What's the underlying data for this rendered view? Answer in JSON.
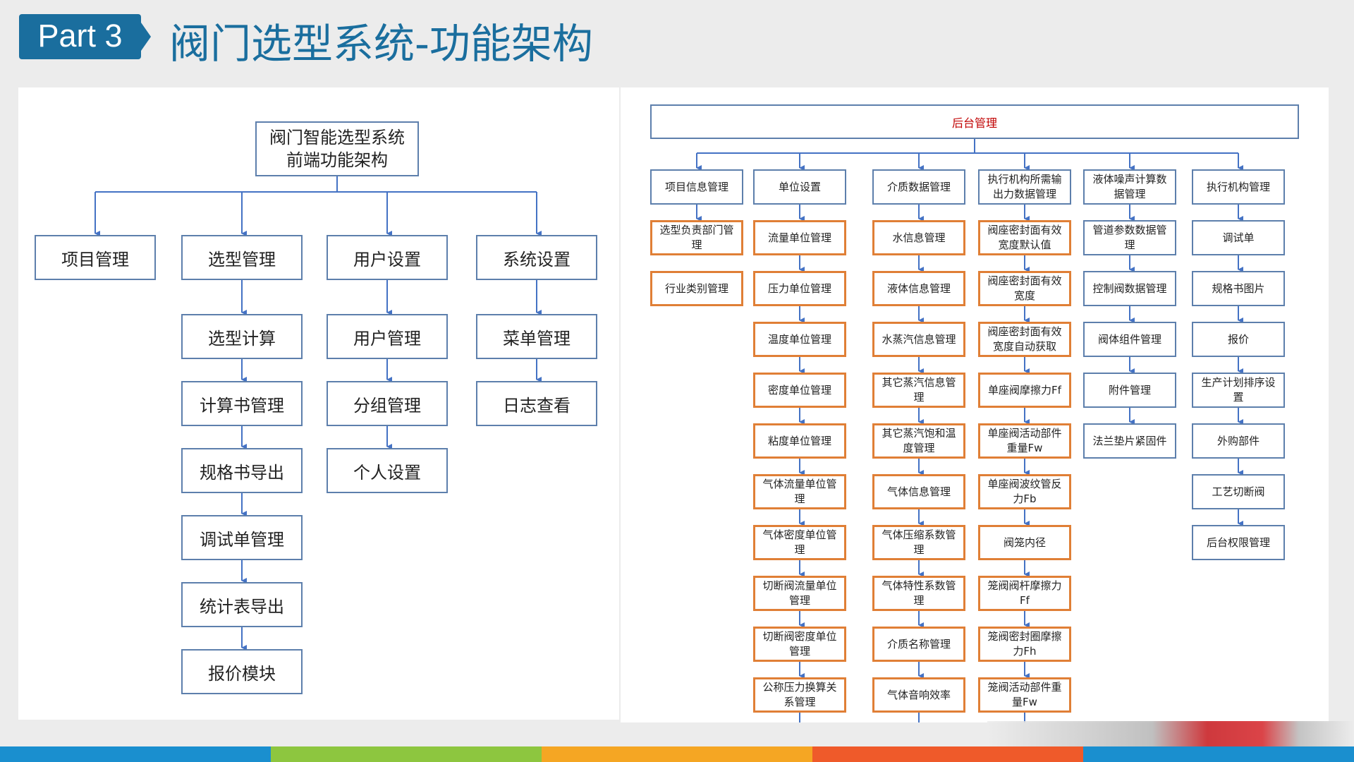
{
  "header": {
    "part_label": "Part 3",
    "title": "阀门选型系统-功能架构"
  },
  "left_diagram": {
    "root": "阀门智能选型系统\n前端功能架构",
    "columns": [
      {
        "head": "项目管理",
        "children": []
      },
      {
        "head": "选型管理",
        "children": [
          "选型计算",
          "计算书管理",
          "规格书导出",
          "调试单管理",
          "统计表导出",
          "报价模块"
        ]
      },
      {
        "head": "用户设置",
        "children": [
          "用户管理",
          "分组管理",
          "个人设置"
        ]
      },
      {
        "head": "系统设置",
        "children": [
          "菜单管理",
          "日志查看"
        ]
      }
    ]
  },
  "right_diagram": {
    "root": "后台管理",
    "columns": [
      {
        "head": "项目信息管理",
        "children": [
          "选型负责部门管\n理",
          "行业类别管理"
        ]
      },
      {
        "head": "单位设置",
        "children": [
          "流量单位管理",
          "压力单位管理",
          "温度单位管理",
          "密度单位管理",
          "粘度单位管理",
          "气体流量单位管\n理",
          "气体密度单位管\n理",
          "切断阀流量单位\n管理",
          "切断阀密度单位\n管理",
          "公称压力换算关\n系管理"
        ]
      },
      {
        "head": "介质数据管理",
        "children": [
          "水信息管理",
          "液体信息管理",
          "水蒸汽信息管理",
          "其它蒸汽信息管\n理",
          "其它蒸汽饱和温\n度管理",
          "气体信息管理",
          "气体压缩系数管\n理",
          "气体特性系数管\n理",
          "介质名称管理",
          "气体音响效率"
        ]
      },
      {
        "head": "执行机构所需输\n出力数据管理",
        "children": [
          "阀座密封面有效\n宽度默认值",
          "阀座密封面有效\n宽度",
          "阀座密封面有效\n宽度自动获取",
          "单座阀摩擦力Ff",
          "单座阀活动部件\n重量Fw",
          "单座阀波纹管反\n力Fb",
          "阀笼内径",
          "笼阀阀杆摩擦力\nFf",
          "笼阀密封圈摩擦\n力Fh",
          "笼阀活动部件重\n量Fw"
        ]
      },
      {
        "head": "液体噪声计算数\n据管理",
        "children": [
          "管道参数数据管\n理",
          "控制阀数据管理",
          "阀体组件管理",
          "附件管理",
          "法兰垫片紧固件"
        ]
      },
      {
        "head": "执行机构管理",
        "children": [
          "调试单",
          "规格书图片",
          "报价",
          "生产计划排序设\n置",
          "外购部件",
          "工艺切断阀",
          "后台权限管理"
        ]
      }
    ]
  },
  "colors": {
    "accent": "#1a6e9e",
    "box_border": "#5d7fac",
    "highlight_border": "#e07f36",
    "arrow": "#4472c4",
    "root_text": "#c00000",
    "footer_bar": [
      "#1a8fcf",
      "#8dc63f",
      "#f5a623",
      "#ef5a2a",
      "#1a8fcf"
    ]
  }
}
